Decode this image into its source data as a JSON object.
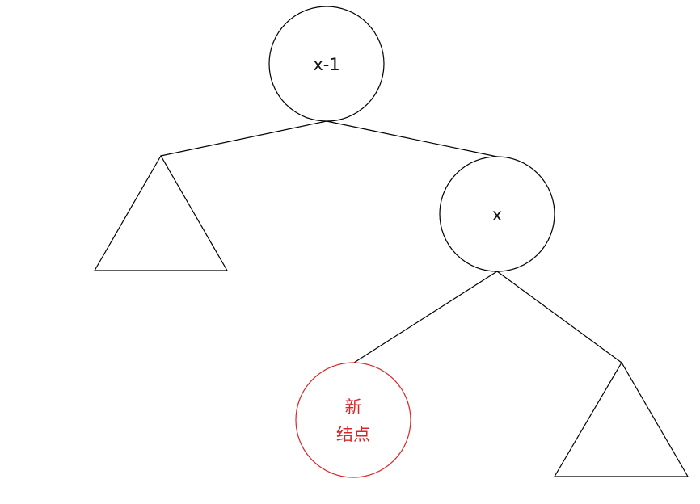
{
  "nodes": {
    "root_label": "x-1",
    "x_label": "x",
    "new_node_line1": "新",
    "new_node_line2": "结点"
  },
  "colors": {
    "stroke": "#000000",
    "highlight": "#d9262a",
    "text": "#111111"
  }
}
